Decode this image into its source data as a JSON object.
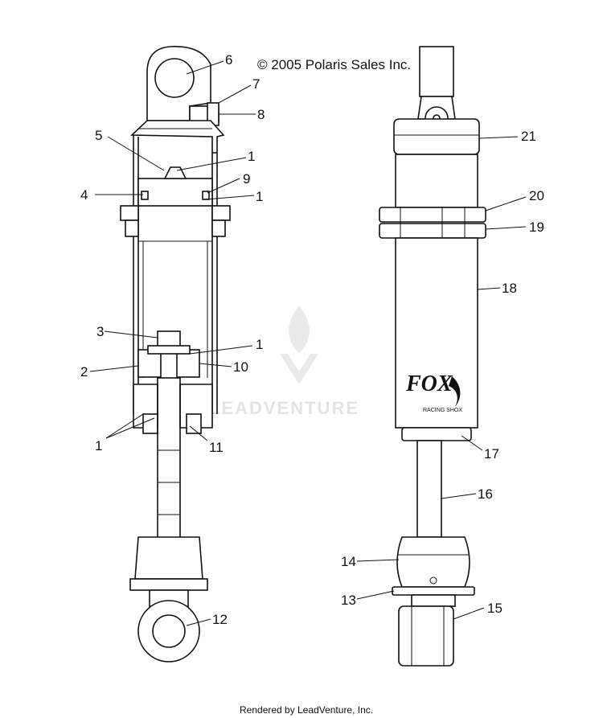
{
  "copyright": "© 2005 Polaris Sales Inc.",
  "footer": "Rendered by LeadVenture, Inc.",
  "watermark": "LEADVENTURE",
  "brand_logo": "FOX",
  "brand_sub": "RACING SHOX",
  "callouts": [
    "6",
    "7",
    "8",
    "5",
    "1",
    "9",
    "4",
    "1",
    "3",
    "1",
    "2",
    "10",
    "1",
    "11",
    "12",
    "21",
    "20",
    "19",
    "18",
    "17",
    "16",
    "14",
    "13",
    "15"
  ]
}
